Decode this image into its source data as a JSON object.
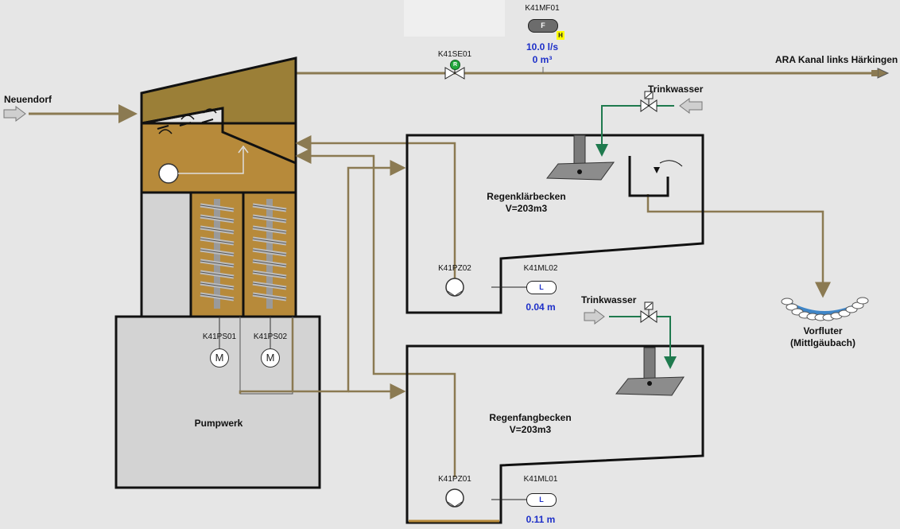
{
  "labels": {
    "neuendorf": "Neuendorf",
    "ara_kanal": "ARA Kanal links Härkingen",
    "trinkwasser_1": "Trinkwasser",
    "trinkwasser_2": "Trinkwasser",
    "regenklaerbecken_name": "Regenklärbecken",
    "regenklaerbecken_vol": "V=203m3",
    "regenfangbecken_name": "Regenfangbecken",
    "regenfangbecken_vol": "V=203m3",
    "pumpwerk": "Pumpwerk",
    "vorfluter_name": "Vorfluter",
    "vorfluter_sub": "(Mittlgäubach)"
  },
  "instruments": {
    "flow_meter": {
      "tag": "K41MF01",
      "symbol": "F",
      "alarm": "H",
      "flow": "10.0 l/s",
      "volume": "0 m³"
    },
    "valve_se01": {
      "tag": "K41SE01",
      "symbol": "R"
    },
    "pump_pz02": {
      "tag": "K41PZ02"
    },
    "pump_pz01": {
      "tag": "K41PZ01"
    },
    "level_ml02": {
      "tag": "K41ML02",
      "symbol": "L",
      "value": "0.04 m"
    },
    "level_ml01": {
      "tag": "K41ML01",
      "symbol": "L",
      "value": "0.11 m"
    },
    "motor_ps01": {
      "tag": "K41PS01",
      "symbol": "M"
    },
    "motor_ps02": {
      "tag": "K41PS02",
      "symbol": "M"
    }
  },
  "colors": {
    "background": "#e6e6e6",
    "pipe": "#8b7a52",
    "fresh_water_pipe": "#1f7a4e",
    "screw_housing": "#b78a3a",
    "inlet_chamber": "#9b7f37",
    "pumpwerk": "#d3d3d3",
    "value_text": "#1d2fc8",
    "vorfluter_water": "#3f86c8"
  }
}
